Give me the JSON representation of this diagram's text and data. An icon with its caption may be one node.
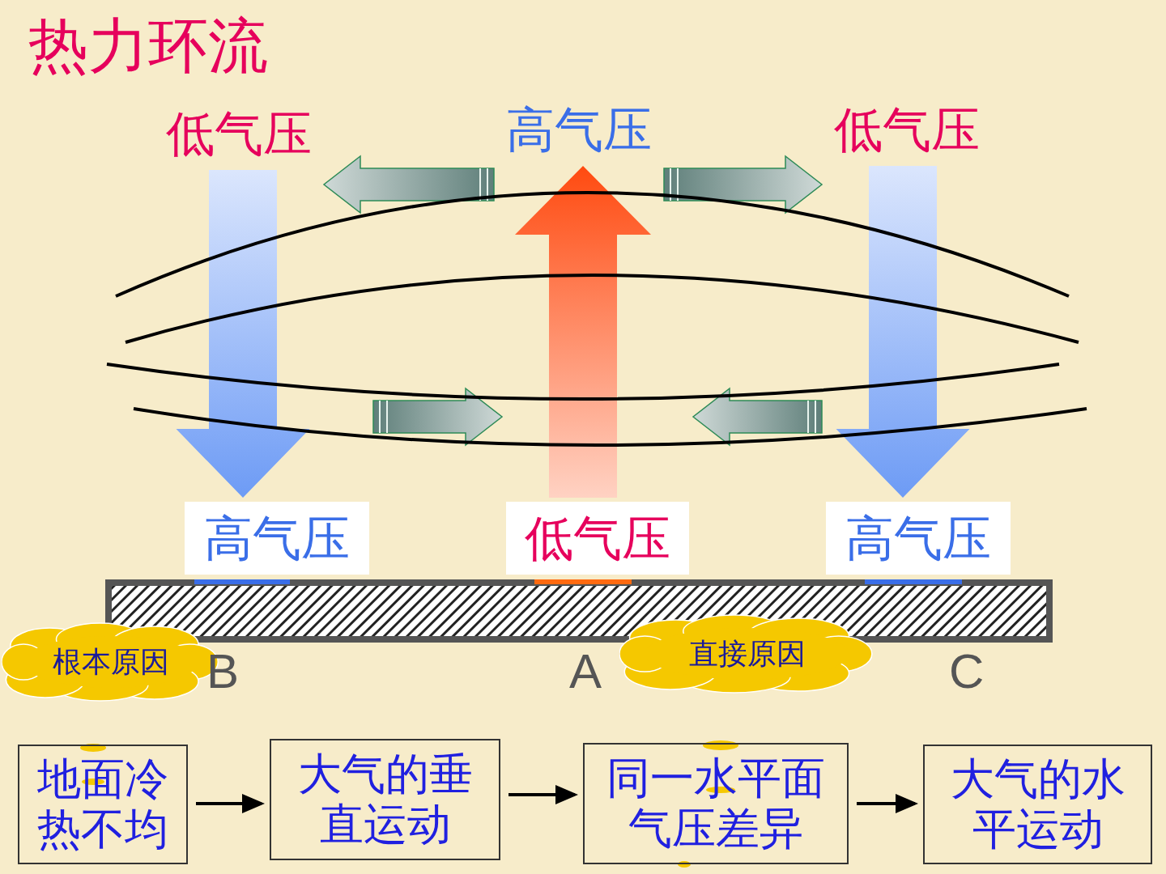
{
  "diagram": {
    "title": "热力环流",
    "nodes": [
      {
        "text": [
          "低气压"
        ]
      },
      {
        "text": [
          "高气压"
        ]
      },
      {
        "text": [
          "低气压"
        ]
      },
      {
        "text": [
          "高气压"
        ]
      },
      {
        "text": [
          "低气压"
        ]
      },
      {
        "text": [
          "高气压"
        ]
      },
      {
        "text": [
          "根本原因"
        ]
      },
      {
        "text": [
          "直接原因"
        ]
      },
      {
        "text": [
          "地面冷热不均"
        ]
      },
      {
        "text": [
          "大气的垂直运动"
        ]
      },
      {
        "text": [
          "同一水平面气压差异"
        ]
      },
      {
        "text": [
          "大气的水平运动"
        ]
      }
    ],
    "edges": [
      {
        "from": 0,
        "to": 3,
        "arrow": "to",
        "style": "thick",
        "color": "#6d9bf5"
      },
      {
        "from": 4,
        "to": 1,
        "arrow": "to",
        "style": "thick",
        "color": "#ff4a10"
      },
      {
        "from": 2,
        "to": 5,
        "arrow": "to",
        "style": "thick",
        "color": "#6d9bf5"
      },
      {
        "from": 1,
        "to": 0,
        "arrow": "to",
        "style": "thick",
        "color": "#5f7f7a"
      },
      {
        "from": 1,
        "to": 2,
        "arrow": "to",
        "style": "thick",
        "color": "#5f7f7a"
      },
      {
        "from": 3,
        "to": 4,
        "arrow": "to",
        "style": "thick",
        "color": "#5f7f7a"
      },
      {
        "from": 5,
        "to": 4,
        "arrow": "to",
        "style": "thick",
        "color": "#5f7f7a"
      },
      {
        "from": 8,
        "to": 9,
        "arrow": "to",
        "color": "#000000"
      },
      {
        "from": 9,
        "to": 10,
        "arrow": "to",
        "color": "#000000"
      },
      {
        "from": 10,
        "to": 11,
        "arrow": "to",
        "color": "#000000"
      }
    ],
    "labels": [
      "B",
      "A",
      "C"
    ]
  }
}
